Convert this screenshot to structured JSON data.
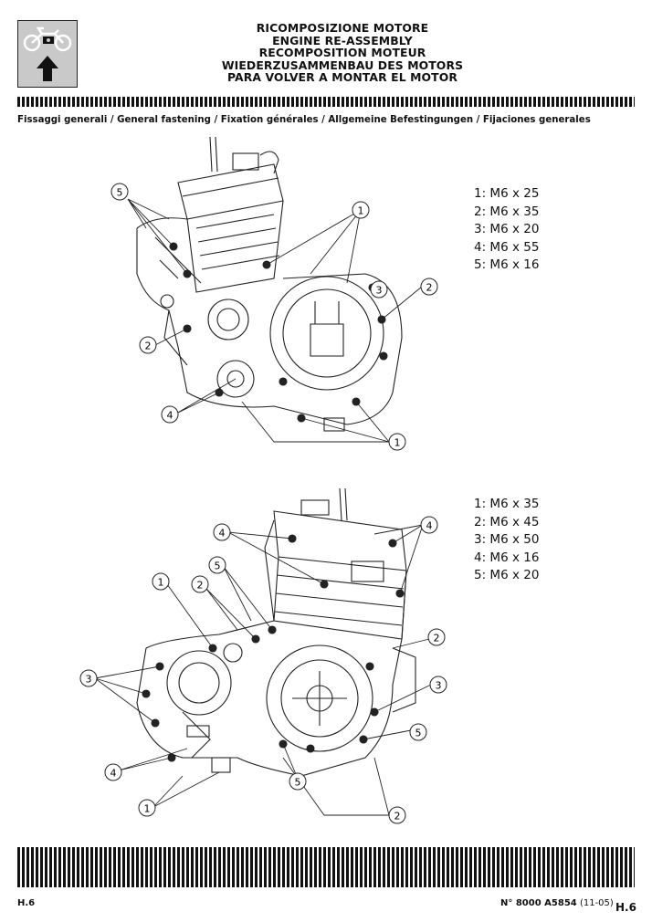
{
  "header": {
    "icon": "motorcycle-engine-icon",
    "titles": [
      "RICOMPOSIZIONE MOTORE",
      "ENGINE RE-ASSEMBLY",
      "RECOMPOSITION MOTEUR",
      "WIEDERZUSAMMENBAU DES MOTORS",
      "PARA VOLVER A MONTAR EL MOTOR"
    ]
  },
  "subtitle": "Fissaggi generali / General fastening  / Fixation générales / Allgemeine Befestingungen / Fijaciones generales",
  "diagram_top": {
    "callouts": [
      "5",
      "1",
      "3",
      "2",
      "2",
      "4",
      "1"
    ],
    "specs": [
      "1: M6 x 25",
      "2: M6 x 35",
      "3: M6 x 20",
      "4: M6 x 55",
      "5: M6 x 16"
    ]
  },
  "diagram_bottom": {
    "callouts": [
      "4",
      "4",
      "1",
      "2",
      "5",
      "2",
      "3",
      "3",
      "5",
      "4",
      "5",
      "1",
      "2"
    ],
    "specs": [
      "1: M6 x 35",
      "2: M6 x 45",
      "3: M6 x 50",
      "4: M6 x 16",
      "5: M6 x 20"
    ]
  },
  "footer": {
    "page_left": "H.6",
    "doc_number": "N° 8000 A5854",
    "doc_date": "(11-05)",
    "page_right": "H.6"
  }
}
